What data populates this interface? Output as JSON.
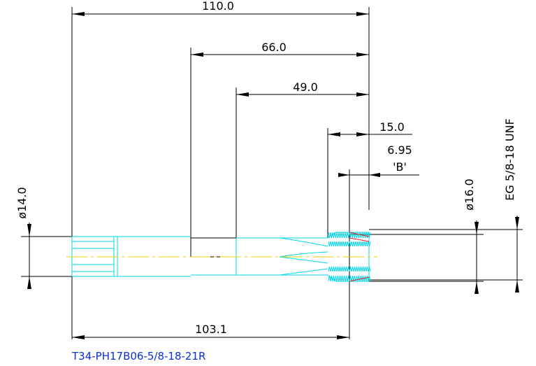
{
  "drawing": {
    "dimensions": {
      "overall_length": "110.0",
      "length_66": "66.0",
      "length_49": "49.0",
      "length_15": "15.0",
      "length_695": "6.95",
      "chamfer_form": "'B'",
      "length_1031": "103.1",
      "shank_diameter": "ø14.0",
      "major_diameter": "ø16.0",
      "thread_spec": "EG 5/8-18 UNF"
    },
    "part_number": "T34-PH17B06-5/8-18-21R"
  },
  "colors": {
    "dimension_lines": "#000000",
    "part_outline": "#00d7e6",
    "centerline": "#e6d000",
    "chamfer_lines": "#e02020",
    "part_number_text": "#0a2fd8"
  }
}
